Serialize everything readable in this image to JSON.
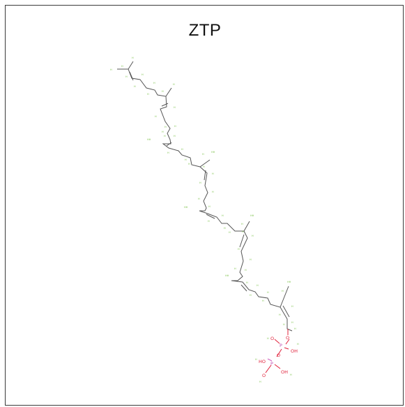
{
  "figure": {
    "title": "ZTP"
  },
  "colors": {
    "frame": "#3a3a3a",
    "carbon_bond": "#555555",
    "hydrogen_label": "#7cc24a",
    "oxygen": "#e0203a",
    "phosphorus": "#c050b0"
  },
  "atom_labels": {
    "oxygen_1": "O",
    "oxygen_2": "O",
    "oxygen_3": "O",
    "oxygen_4": "O",
    "hydroxyl_1": "OH",
    "hydroxyl_2": "HO",
    "hydroxyl_3": "OH",
    "phosphorus_1": "P",
    "phosphorus_2": "P"
  }
}
